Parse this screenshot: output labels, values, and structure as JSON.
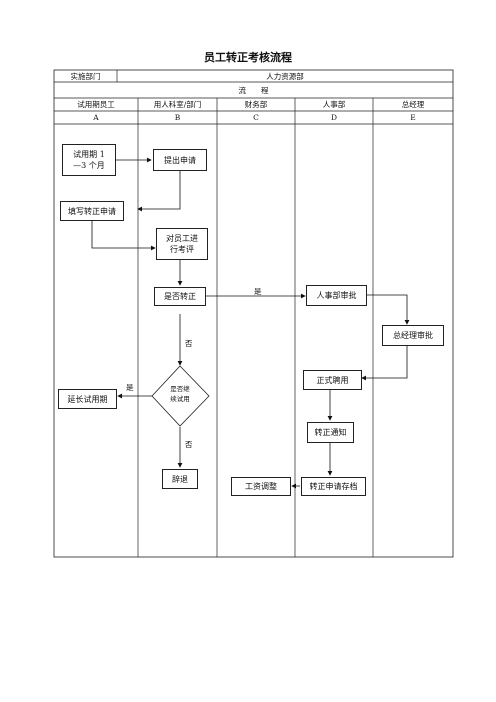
{
  "title": "员工转正考核流程",
  "header": {
    "dept_label": "实施部门",
    "dept_value": "人力资源部",
    "process_label": "流　　程"
  },
  "columns": [
    {
      "name": "试用期员工",
      "code": "A"
    },
    {
      "name": "用人科室/部门",
      "code": "B"
    },
    {
      "name": "财务部",
      "code": "C"
    },
    {
      "name": "人事部",
      "code": "D"
    },
    {
      "name": "总经理",
      "code": "E"
    }
  ],
  "nodes": {
    "probation": "试用期 1\n—3 个月",
    "submit": "提出申请",
    "fill_form": "填写转正申请",
    "evaluate": "对员工进\n行考评",
    "confirm": "是否转正",
    "hr_review": "人事部审批",
    "gm_review": "总经理审批",
    "extend_q": "是否继\n续试用",
    "extend": "延长试用期",
    "formal": "正式聘用",
    "notice": "转正通知",
    "dismiss": "辞退",
    "salary": "工资调整",
    "archive": "转正申请存档"
  },
  "edge_labels": {
    "yes1": "是",
    "no1": "否",
    "yes2": "是",
    "no2": "否"
  }
}
